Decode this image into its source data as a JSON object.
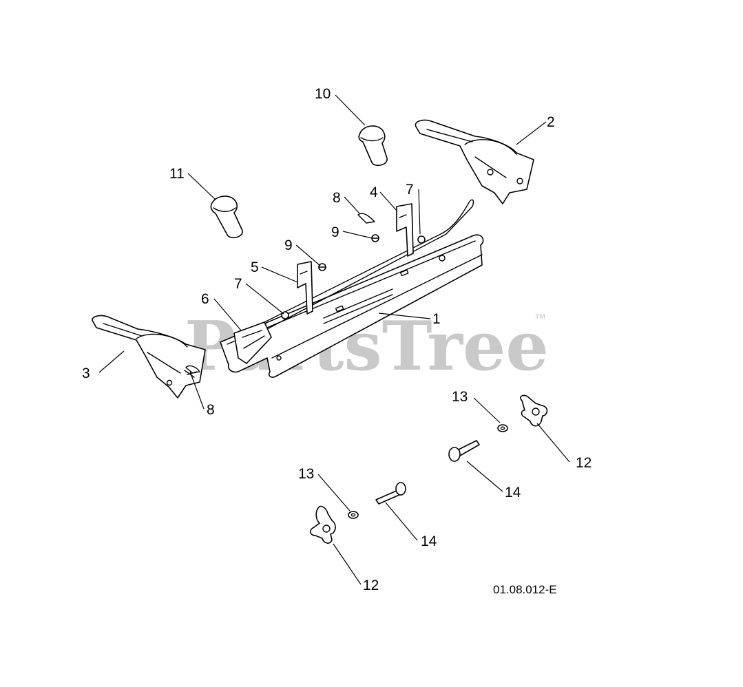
{
  "watermark": {
    "text": "PartsTree",
    "trademark": "™",
    "color": "#c9c9c9"
  },
  "drawing_code": "01.08.012-E",
  "callouts": {
    "c1": "1",
    "c2": "2",
    "c3": "3",
    "c4": "4",
    "c5": "5",
    "c6": "6",
    "c7a": "7",
    "c7b": "7",
    "c8a": "8",
    "c8b": "8",
    "c9a": "9",
    "c9b": "9",
    "c10": "10",
    "c11": "11",
    "c12a": "12",
    "c12b": "12",
    "c13a": "13",
    "c13b": "13",
    "c14a": "14",
    "c14b": "14"
  }
}
